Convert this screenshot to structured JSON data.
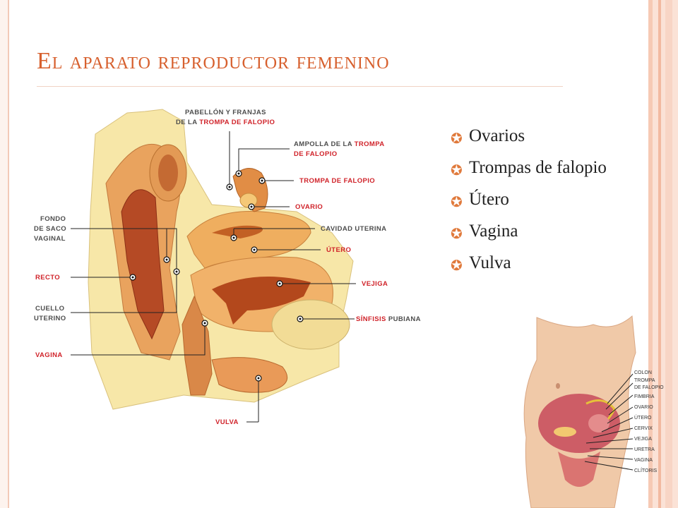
{
  "title": "El aparato reproductor femenino",
  "bullets": [
    "Ovarios",
    "Trompas de falopio",
    "Útero",
    "Vagina",
    "Vulva"
  ],
  "diagram_labels": {
    "pabellon_1": "PABELLÓN Y FRANJAS",
    "pabellon_2a": "DE LA ",
    "pabellon_2b": "TROMPA DE FALOPIO",
    "ampolla_1a": "AMPOLLA DE LA ",
    "ampolla_1b": "TROMPA",
    "ampolla_2": "DE FALOPIO",
    "trompa": "TROMPA DE FALOPIO",
    "ovario": "OVARIO",
    "cavidad": "CAVIDAD UTERINA",
    "utero": "ÚTERO",
    "vejiga": "VEJIGA",
    "sinfisis_a": "SÍNFISIS",
    "sinfisis_b": " PUBIANA",
    "vulva": "VULVA",
    "fondo_1": "FONDO",
    "fondo_2": "DE SACO",
    "fondo_3": "VAGINAL",
    "recto": "RECTO",
    "cuello_1": "CUELLO",
    "cuello_2": "UTERINO",
    "vagina": "VAGINA"
  },
  "body_labels": [
    "COLON",
    "TROMPA",
    "DE FALOPIO",
    "FIMBRIA",
    "OVARIO",
    "ÚTERO",
    "CERVIX",
    "VEJIGA",
    "URETRA",
    "VAGINA",
    "CLÍTORIS"
  ],
  "colors": {
    "accent": "#d7602e",
    "bullet": "#e07a3c",
    "label_red": "#d0232a"
  }
}
